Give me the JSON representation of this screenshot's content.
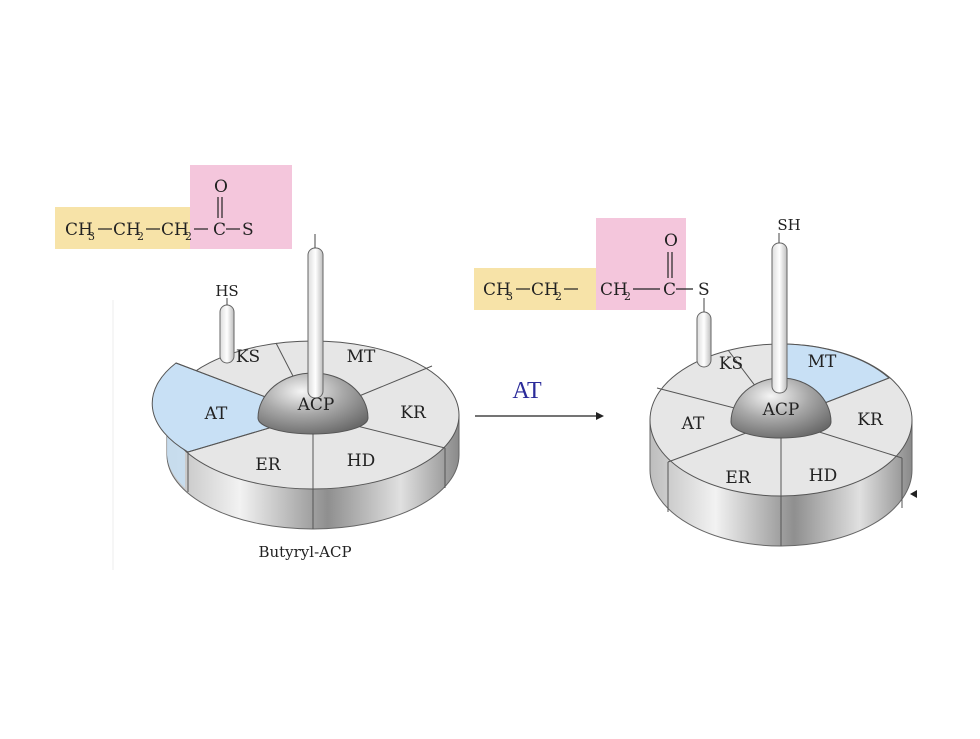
{
  "colors": {
    "yellow_highlight": "#f7e3a8",
    "pink_highlight": "#f4c6dc",
    "active_domain": "#c8e0f5",
    "domain_face": "#e6e6e6",
    "rim_dark": "#9a9a9a",
    "arrow_label": "#2b2b9a"
  },
  "left_complex": {
    "chain": {
      "ch3": "CH",
      "ch3_sub": "3",
      "ch2a": "CH",
      "ch2a_sub": "2",
      "ch2b": "CH",
      "ch2b_sub": "2",
      "carbon": "C",
      "sulfur": "S",
      "oxygen": "O"
    },
    "hs_label": "HS",
    "domains": {
      "ks": "KS",
      "mt": "MT",
      "kr": "KR",
      "hd": "HD",
      "er": "ER",
      "at": "AT",
      "acp": "ACP"
    },
    "active_domain": "AT",
    "caption": "Butyryl-ACP"
  },
  "arrow": {
    "label": "AT"
  },
  "right_complex": {
    "chain": {
      "ch3": "CH",
      "ch3_sub": "3",
      "ch2a": "CH",
      "ch2a_sub": "2",
      "ch2b": "CH",
      "ch2b_sub": "2",
      "carbon": "C",
      "sulfur": "S",
      "oxygen": "O"
    },
    "sh_label": "SH",
    "domains": {
      "ks": "KS",
      "mt": "MT",
      "kr": "KR",
      "hd": "HD",
      "er": "ER",
      "at": "AT",
      "acp": "ACP"
    },
    "active_domain": "MT"
  }
}
